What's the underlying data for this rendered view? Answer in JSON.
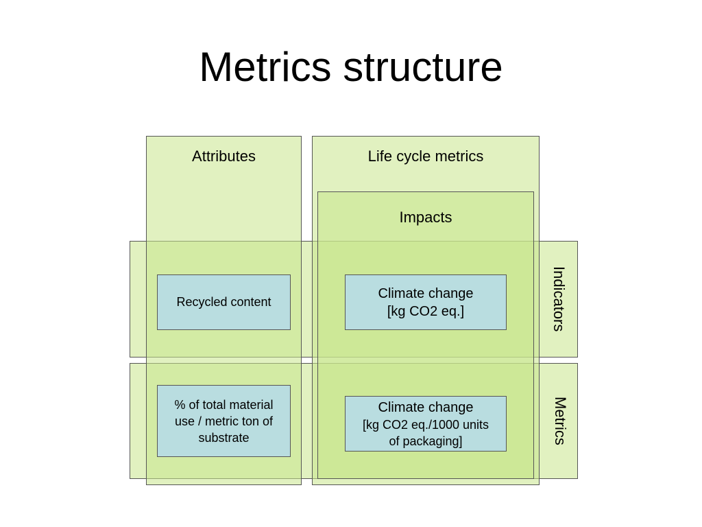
{
  "slide": {
    "title": "Metrics structure"
  },
  "columns": {
    "attributes": "Attributes",
    "life_cycle_metrics": "Life cycle metrics",
    "impacts": "Impacts"
  },
  "rows": {
    "indicators": "Indicators",
    "metrics": "Metrics"
  },
  "cells": {
    "attr_indicator": "Recycled content",
    "attr_metric_line1": "% of total material",
    "attr_metric_line2": "use / metric ton of",
    "attr_metric_line3": "substrate",
    "impact_indicator_line1": "Climate change",
    "impact_indicator_line2": "[kg CO2 eq.]",
    "impact_metric_line1": "Climate change",
    "impact_metric_line2": "[kg CO2 eq./1000 units",
    "impact_metric_line3": "of packaging]"
  }
}
